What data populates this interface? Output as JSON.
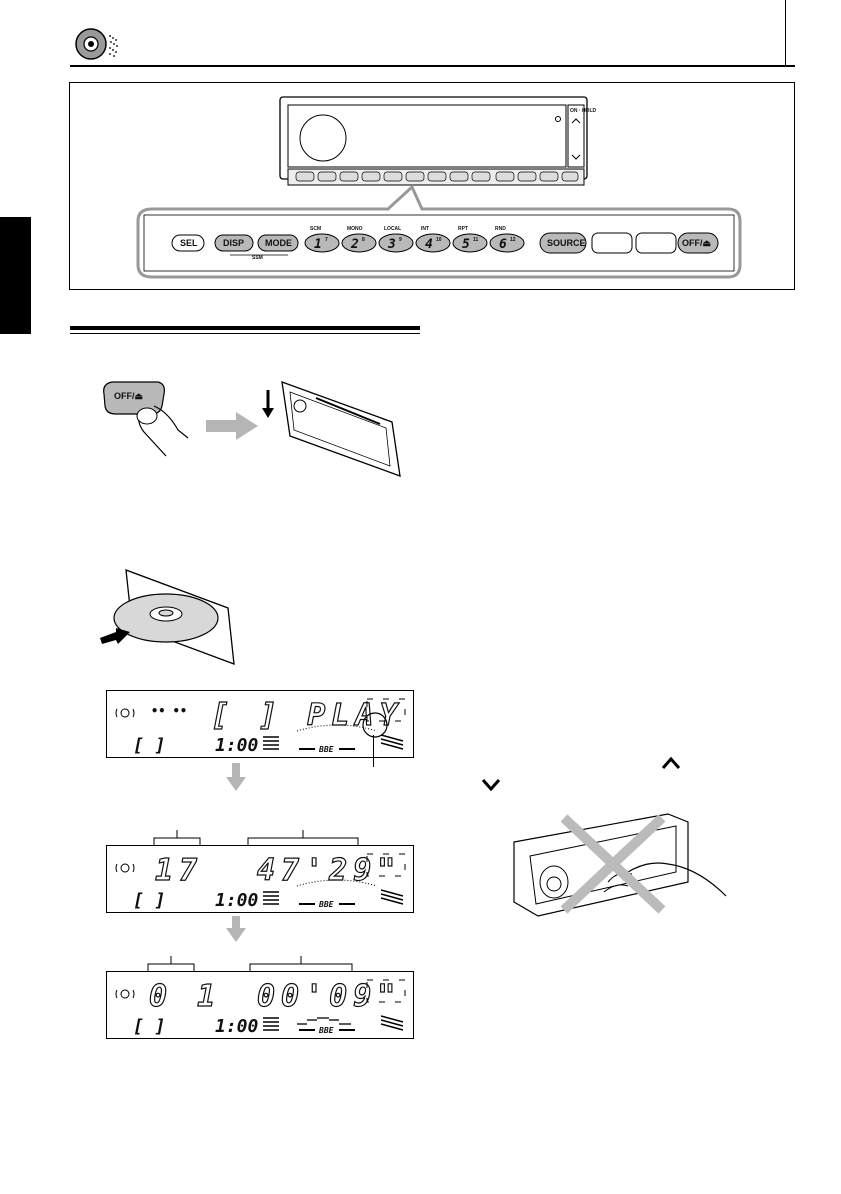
{
  "panel": {
    "buttons": {
      "sel": "SEL",
      "disp": "DISP",
      "mode": "MODE",
      "ssm": "SSM",
      "source": "SOURCE",
      "off": "OFF/⏏"
    },
    "presets": [
      {
        "num": "1",
        "sup": "7",
        "top": "SCM"
      },
      {
        "num": "2",
        "sup": "8",
        "top": "MONO"
      },
      {
        "num": "3",
        "sup": "9",
        "top": "LOCAL"
      },
      {
        "num": "4",
        "sup": "10",
        "top": "INT"
      },
      {
        "num": "5",
        "sup": "11",
        "top": "RPT"
      },
      {
        "num": "6",
        "sup": "12",
        "top": "RND"
      }
    ],
    "side_label": "ON · HOLD"
  },
  "eject_button": "OFF/⏏",
  "displays": [
    {
      "main": "[ ] PLAY",
      "left": "•• ••",
      "clock": "1:00",
      "source_icon": "[ ]",
      "bbe": "BBE"
    },
    {
      "main": "47'29\"",
      "left": "17",
      "clock": "1:00",
      "source_icon": "[ ]",
      "bbe": "BBE"
    },
    {
      "main": "00'09\"",
      "left": "0 1",
      "clock": "1:00",
      "source_icon": "[ ]",
      "bbe": "BBE"
    }
  ],
  "colors": {
    "button_fill": "#b9b9b9",
    "rule": "#000000",
    "arrow_gray": "#b5b5b5",
    "black_tab": "#000000"
  }
}
